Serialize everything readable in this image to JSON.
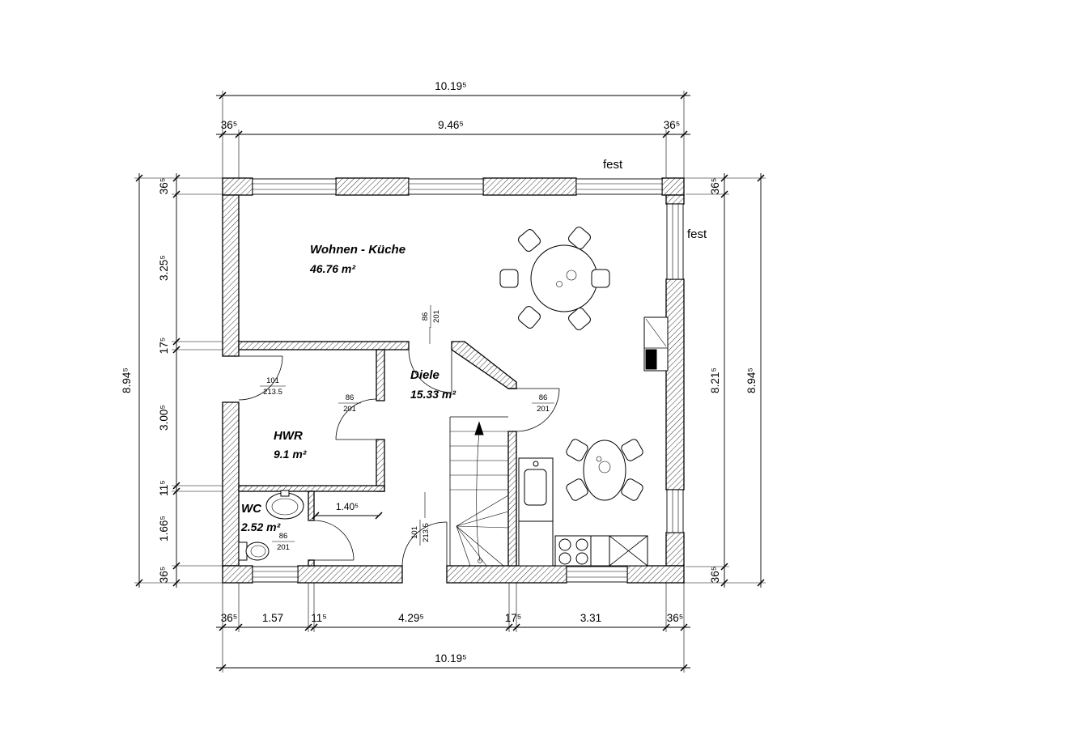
{
  "plan": {
    "rooms": {
      "living": {
        "name": "Wohnen - Küche",
        "area": "46.76 m²"
      },
      "hall": {
        "name": "Diele",
        "area": "15.33 m²"
      },
      "utility": {
        "name": "HWR",
        "area": "9.1 m²"
      },
      "wc": {
        "name": "WC",
        "area": "2.52 m²"
      }
    },
    "labels": {
      "fest_top": "fest",
      "fest_right": "fest",
      "hall_width": "1.40⁵"
    },
    "doors": {
      "std_w": "86",
      "std_h": "201",
      "entry_w": "101",
      "entry_h": "213.5"
    },
    "dims": {
      "top_total": "10.19⁵",
      "top_segs": [
        "36⁵",
        "9.46⁵",
        "36⁵"
      ],
      "left_total": "8.94⁵",
      "left_segs": [
        "36⁵",
        "3.25⁵",
        "17⁵",
        "3.00⁵",
        "11⁵",
        "1.66⁵",
        "36⁵"
      ],
      "right_total": "8.94⁵",
      "right_segs": [
        "36⁵",
        "8.21⁵",
        "36⁵"
      ],
      "bottom_total": "10.19⁵",
      "bottom_segs": [
        "36⁵",
        "1.57",
        "11⁵",
        "4.29⁵",
        "17⁵",
        "3.31",
        "36⁵"
      ]
    }
  }
}
